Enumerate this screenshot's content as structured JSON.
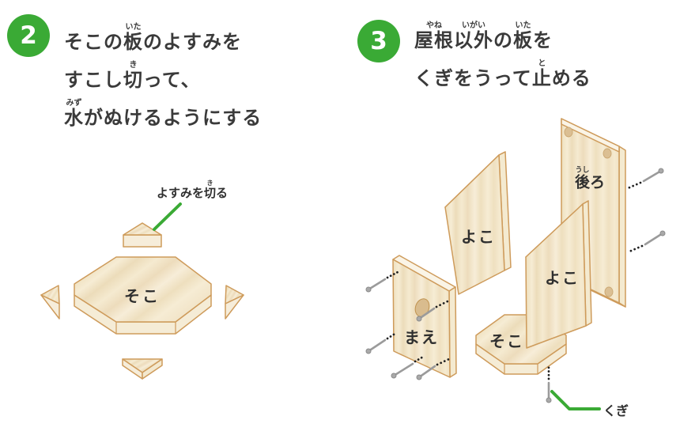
{
  "colors": {
    "accent_green": "#3aaa35",
    "heading_text": "#3a3a3a",
    "wood_outline": "#ce9b5b",
    "wood_fill": "#f2e4c6",
    "wood_edge_light": "#f6eedc",
    "nail_gray": "#9b9b9b",
    "hole_fill": "#d9bc8e",
    "background": "#ffffff"
  },
  "steps": [
    {
      "number": "2",
      "heading_lines": [
        [
          {
            "t": "そこの"
          },
          {
            "t": "板",
            "r": "いた"
          },
          {
            "t": "のよすみを"
          }
        ],
        [
          {
            "t": "すこし"
          },
          {
            "t": "切",
            "r": "き"
          },
          {
            "t": "って、"
          }
        ],
        [
          {
            "t": "水",
            "r": "みず"
          },
          {
            "t": "がぬけるようにする"
          }
        ]
      ]
    },
    {
      "number": "3",
      "heading_lines": [
        [
          {
            "t": "屋根",
            "r": "やね"
          },
          {
            "t": "以外",
            "r": "いがい"
          },
          {
            "t": "の"
          },
          {
            "t": "板",
            "r": "いた"
          },
          {
            "t": "を"
          }
        ],
        [
          {
            "t": "くぎをうって"
          },
          {
            "t": "止",
            "r": "と"
          },
          {
            "t": "める"
          }
        ]
      ]
    }
  ],
  "cut_diagram": {
    "callout": [
      {
        "t": "よすみを"
      },
      {
        "t": "切",
        "r": "き"
      },
      {
        "t": "る"
      }
    ],
    "board_label": "そこ"
  },
  "assembly_diagram": {
    "side_upper_label": "よこ",
    "back_label": [
      {
        "t": "後",
        "r": "うし"
      },
      {
        "t": "ろ"
      }
    ],
    "side_lower_label": "よこ",
    "front_label": "まえ",
    "bottom_label": "そこ",
    "nail_label": "くぎ"
  }
}
